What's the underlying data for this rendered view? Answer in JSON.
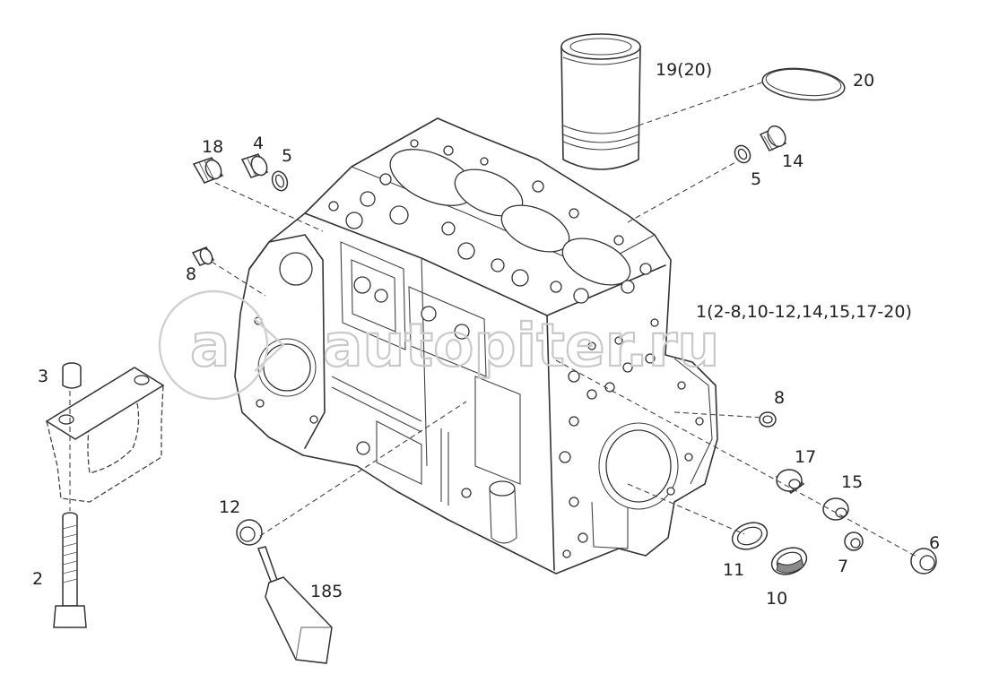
{
  "watermark": {
    "text": "autopiter.ru",
    "logo_letter": "a"
  },
  "callouts": [
    {
      "id": "c-19-20",
      "text": "19(20)"
    },
    {
      "id": "c-20",
      "text": "20"
    },
    {
      "id": "c-18",
      "text": "18"
    },
    {
      "id": "c-4",
      "text": "4"
    },
    {
      "id": "c-5a",
      "text": "5"
    },
    {
      "id": "c-5b",
      "text": "5"
    },
    {
      "id": "c-14",
      "text": "14"
    },
    {
      "id": "c-8a",
      "text": "8"
    },
    {
      "id": "c-1",
      "text": "1(2-8,10-12,14,15,17-20)"
    },
    {
      "id": "c-3",
      "text": "3"
    },
    {
      "id": "c-8b",
      "text": "8"
    },
    {
      "id": "c-17",
      "text": "17"
    },
    {
      "id": "c-15",
      "text": "15"
    },
    {
      "id": "c-12",
      "text": "12"
    },
    {
      "id": "c-6",
      "text": "6"
    },
    {
      "id": "c-7",
      "text": "7"
    },
    {
      "id": "c-11",
      "text": "11"
    },
    {
      "id": "c-10",
      "text": "10"
    },
    {
      "id": "c-2",
      "text": "2"
    },
    {
      "id": "c-185",
      "text": "185"
    }
  ]
}
